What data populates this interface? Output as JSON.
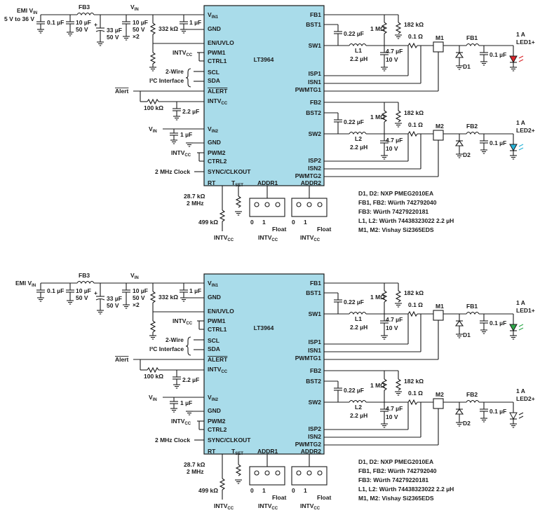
{
  "colors": {
    "chip_fill": "#a9dcea",
    "led_red": "#d9252a",
    "led_cyan": "#27b3d8",
    "led_green": "#2fa84a",
    "led_white": "#ffffff",
    "ink": "#1a1a1a"
  },
  "pins_left": [
    "V",
    "GND",
    "EN/UVLO",
    "PWM1",
    "CTRL1",
    "SCL",
    "SDA",
    "ALERT",
    "INTV",
    "V",
    "GND",
    "PWM2",
    "CTRL2",
    "SYNC/CLKOUT"
  ],
  "pins_right": [
    "FB1",
    "BST1",
    "SW1",
    "ISP1",
    "ISN1",
    "PWMTG1",
    "FB2",
    "BST2",
    "SW2",
    "ISP2",
    "ISN2",
    "PWMTG2",
    "ADDR2"
  ],
  "pins_bottom": [
    "RT",
    "T",
    "ADDR1"
  ],
  "common": {
    "chip_name": "LT3964",
    "vin": "V",
    "vin_sub": "IN",
    "vin1_sub": "IN1",
    "vin2_sub": "IN2",
    "intv": "INTV",
    "cc_sub": "CC",
    "tset_sub": "SET",
    "fb3": "FB3",
    "c01": "0.1 µF",
    "c10": "10 µF",
    "v50": "50 V",
    "c33": "33 µF",
    "x2": "×2",
    "r332": "332 kΩ",
    "c1": "1 µF",
    "twowire": "2-Wire",
    "i2c": "I²C Interface",
    "alert": "Alert",
    "r100": "100 kΩ",
    "c22": "2.2 µF",
    "clock": "2 MHz Clock",
    "rt_val": "28.7 kΩ",
    "rt_freq": "2 MHz",
    "r499": "499 kΩ",
    "addr_0": "0",
    "addr_1": "1",
    "addr_float": "Float",
    "r1m": "1 MΩ",
    "r182": "182 kΩ",
    "c022": "0.22 µF",
    "r01": "0.1 Ω",
    "c47": "4.7 µF",
    "v10": "10 V",
    "l_val": "2.2 µH",
    "l1": "L1",
    "l2": "L2",
    "m1": "M1",
    "m2": "M2",
    "fb1": "FB1",
    "fb2": "FB2",
    "d1": "D1",
    "d2": "D2",
    "amp": "1 A",
    "led1": "LED1+",
    "led2": "LED2+"
  },
  "schematic1": {
    "input_label": "EMI V",
    "input_range": "5 V to 36 V"
  },
  "schematic2": {
    "input_label": "EMI V"
  },
  "notes": [
    "D1, D2: NXP PMEG2010EA",
    "FB1, FB2: Würth 742792040",
    "FB3: Würth 74279220181",
    "L1, L2: Würth 74438323022 2.2 µH",
    "M1, M2: Vishay Si2365EDS"
  ]
}
